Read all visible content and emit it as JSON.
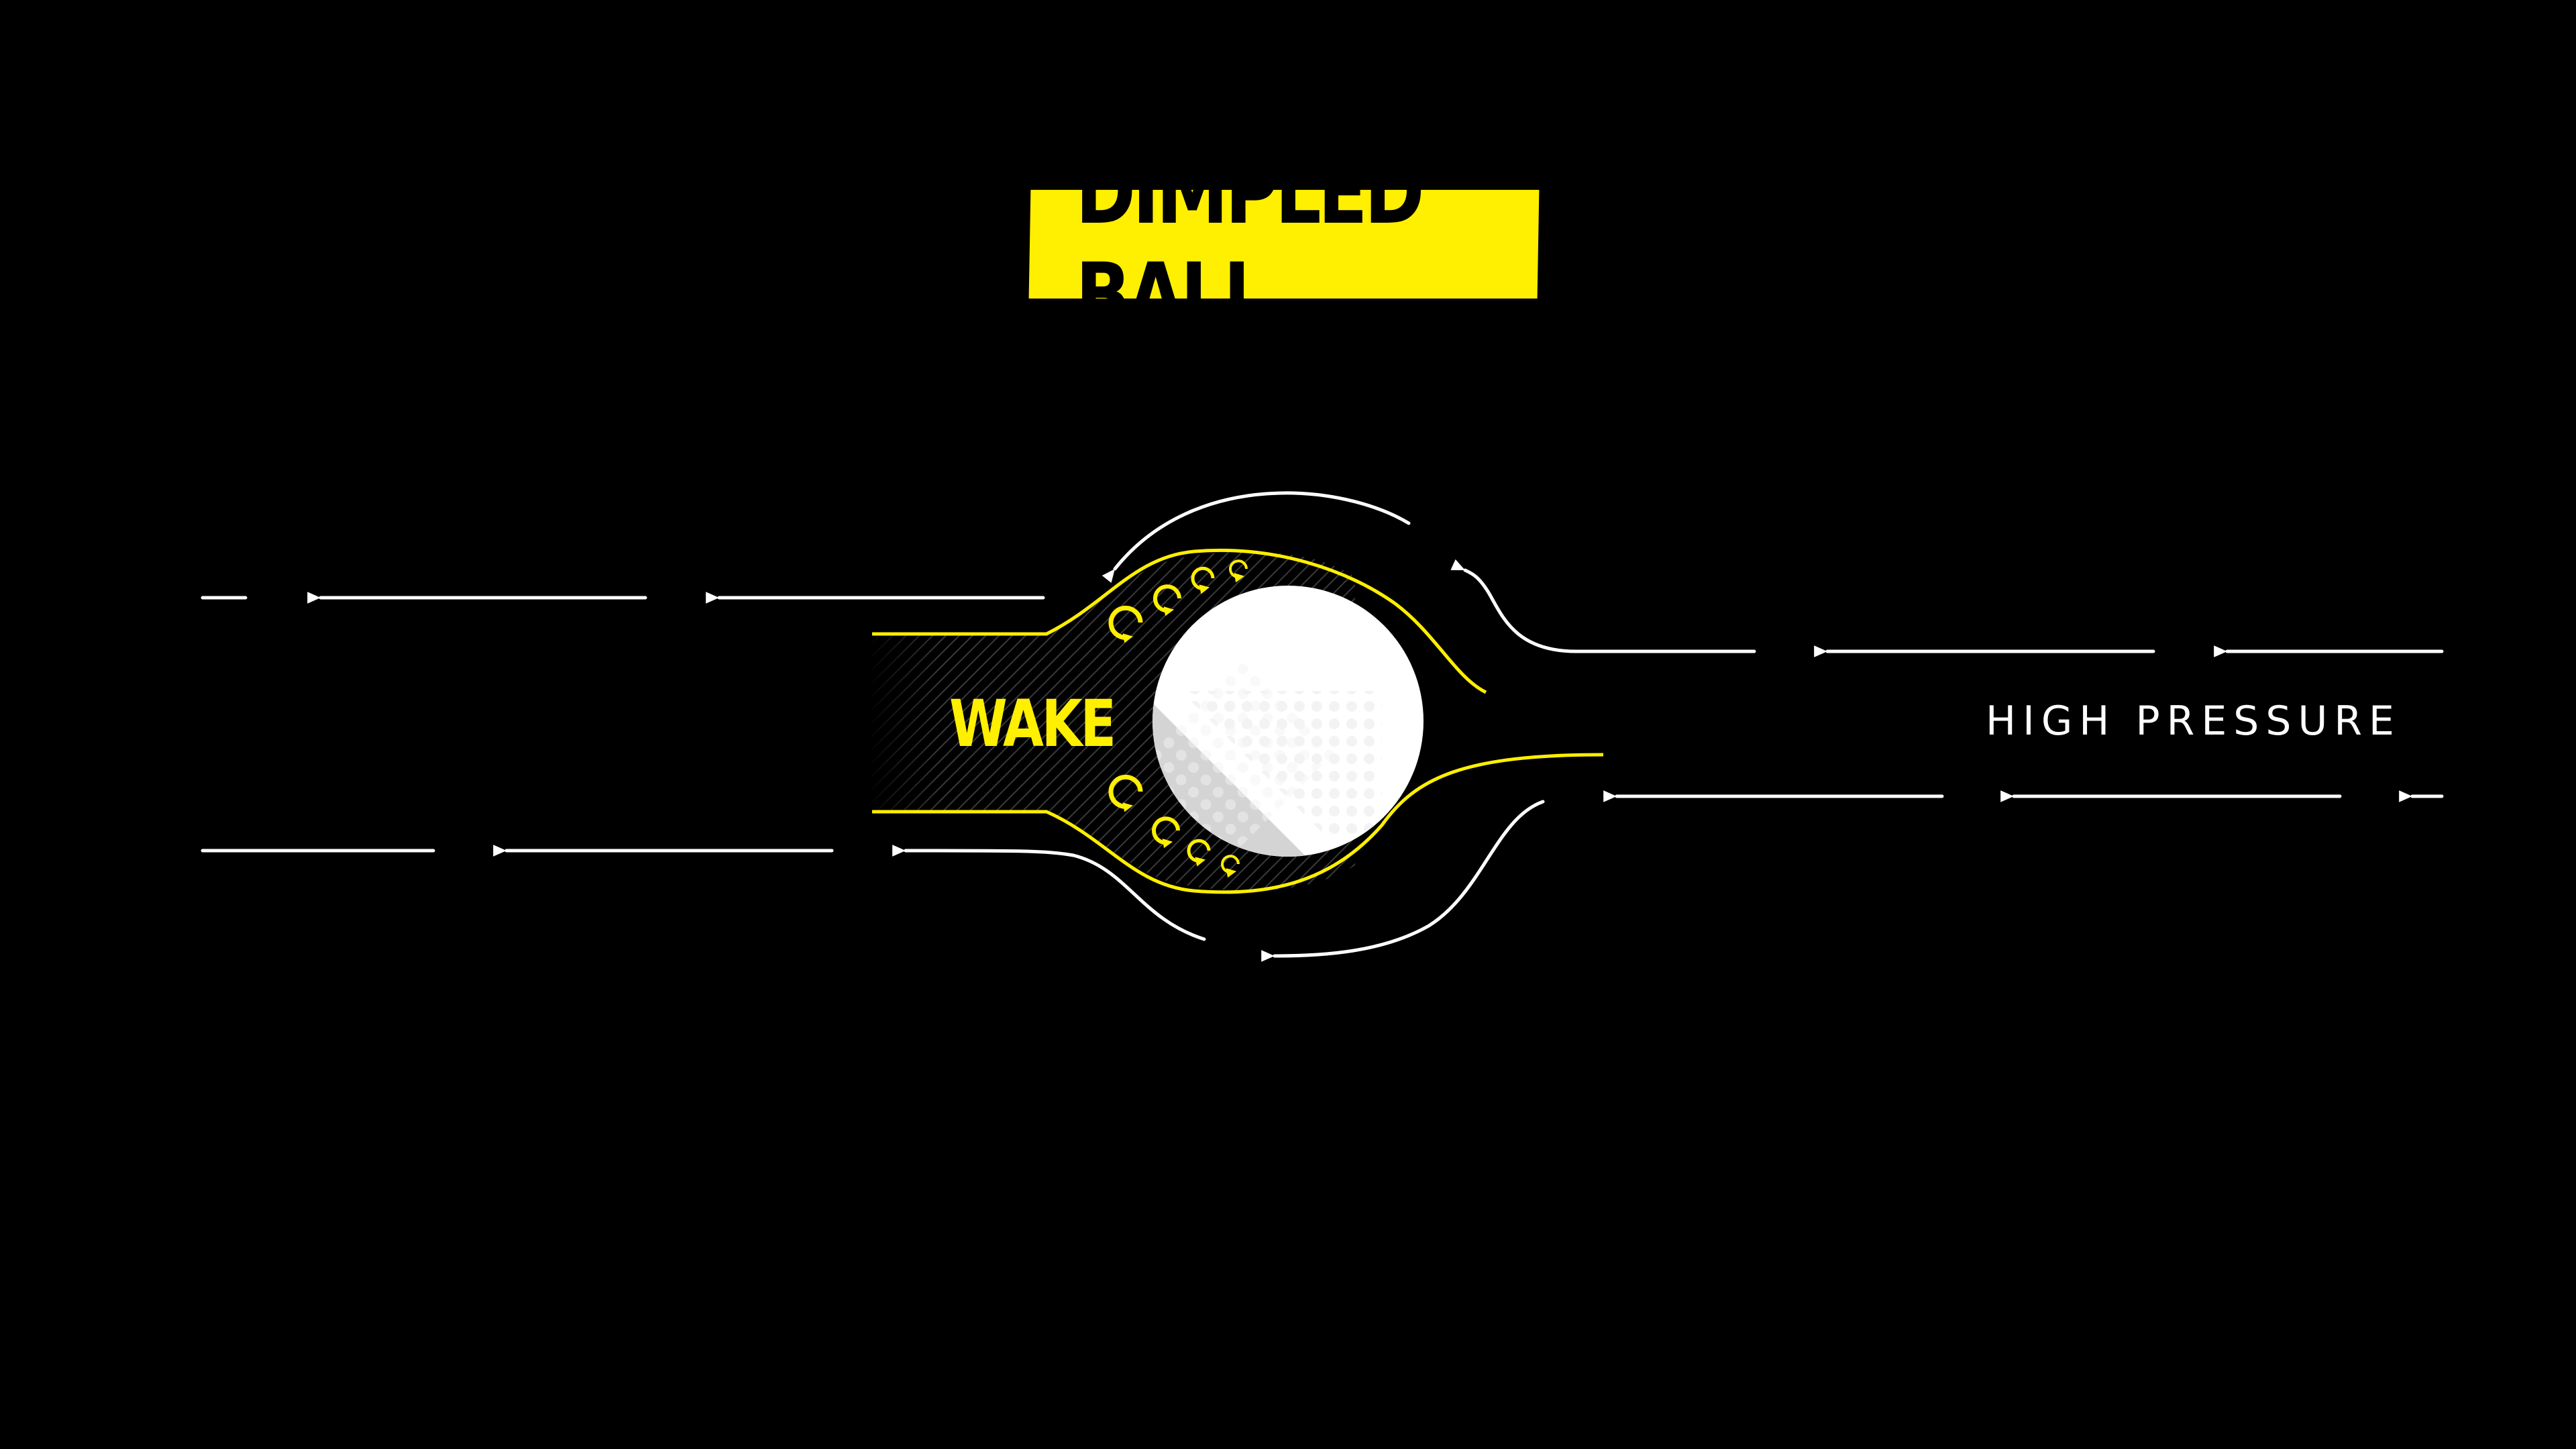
{
  "diagram": {
    "title": "DIMPLED BALL",
    "labels": {
      "wake": "WAKE",
      "high_pressure": "HIGH PRESSURE"
    },
    "colors": {
      "background": "#000000",
      "accent": "#ffef00",
      "flow_lines": "#ffffff",
      "ball": "#ffffff",
      "ball_shadow": "#d4d4d4"
    },
    "flow_direction": "right-to-left"
  }
}
